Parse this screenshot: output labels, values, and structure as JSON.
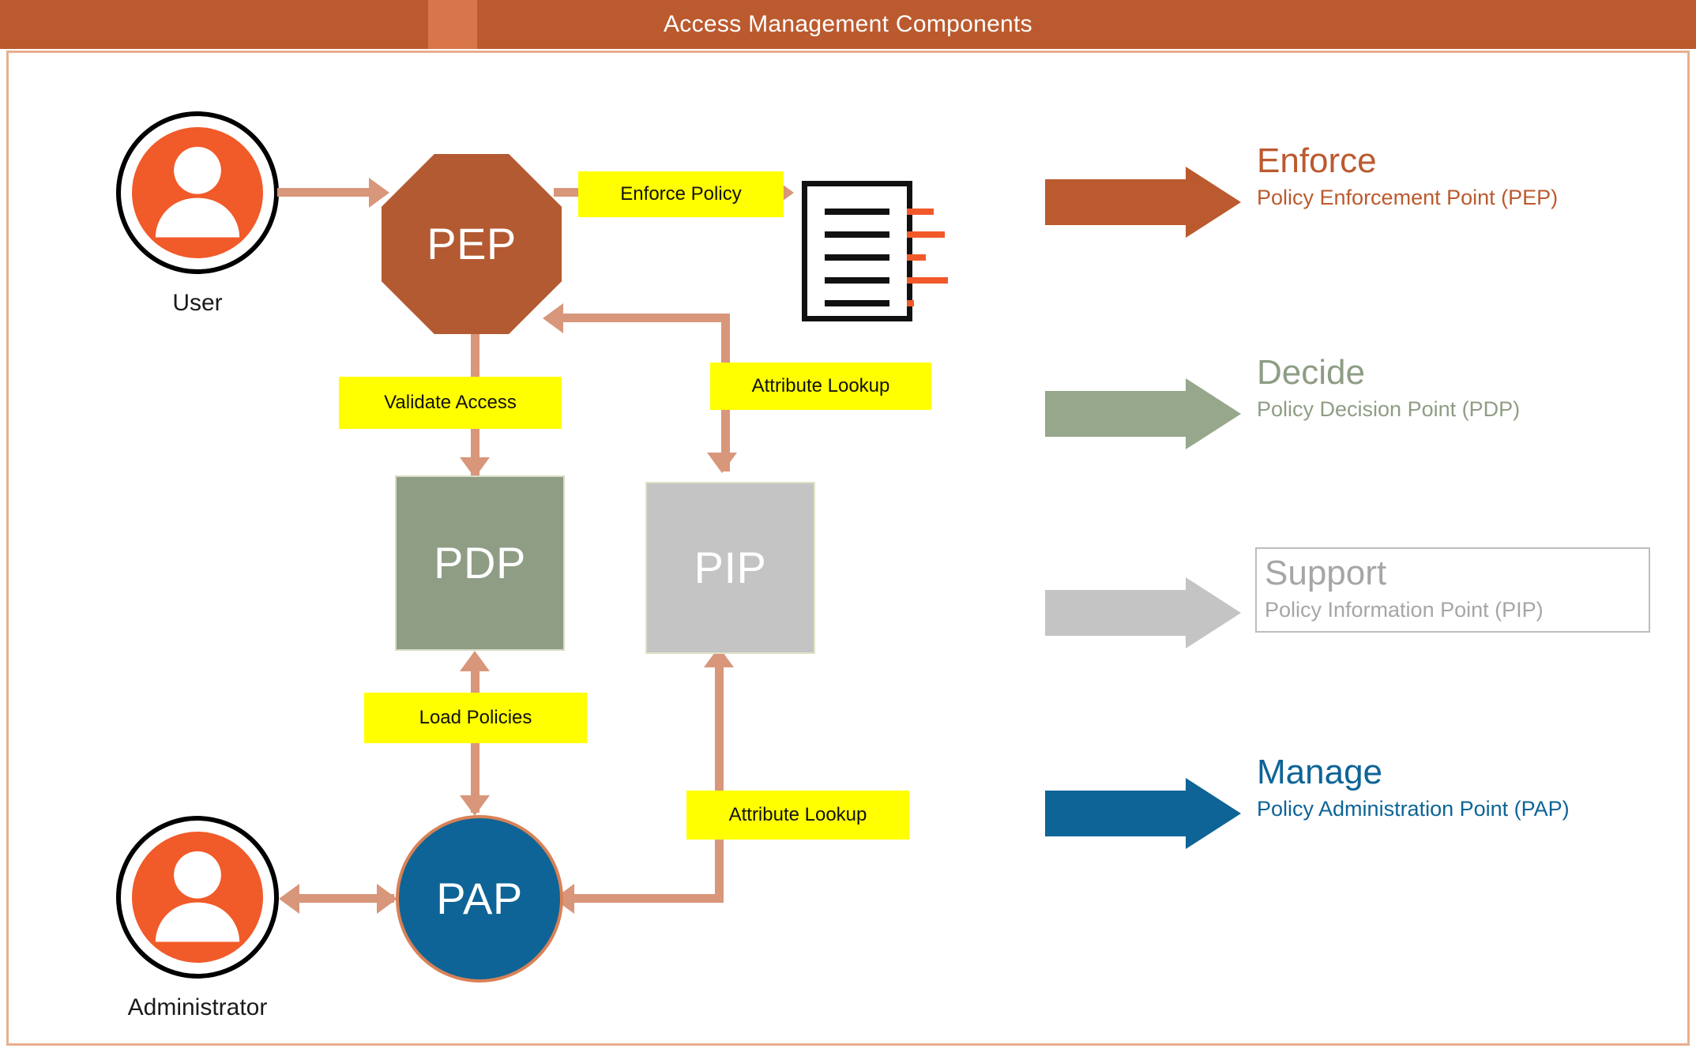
{
  "header": {
    "title": "Access Management Components",
    "bar_color": "#BB5A2E",
    "stripe_color": "#D9754A"
  },
  "frame": {
    "border_color": "#E9AE8E"
  },
  "actors": [
    {
      "id": "user",
      "caption": "User",
      "ring_color": "#000000",
      "fill_color": "#F15A29",
      "icon": "person-icon"
    },
    {
      "id": "administrator",
      "caption": "Administrator",
      "ring_color": "#000000",
      "fill_color": "#F15A29",
      "icon": "person-icon"
    }
  ],
  "nodes": [
    {
      "id": "pep",
      "label": "PEP",
      "shape": "octagon",
      "color": "#B35A32"
    },
    {
      "id": "pdp",
      "label": "PDP",
      "shape": "rectangle",
      "color": "#8E9D84"
    },
    {
      "id": "pip",
      "label": "PIP",
      "shape": "rectangle",
      "color": "#C4C4C4"
    },
    {
      "id": "pap",
      "label": "PAP",
      "shape": "circle",
      "color": "#0E6496",
      "border_color": "#D98156"
    }
  ],
  "document_icon": {
    "name": "policy-document-icon",
    "border_color": "#111111",
    "line_color": "#111111",
    "mark_color": "#F1592A",
    "black_line_count": 5,
    "orange_mark_widths": [
      34,
      48,
      24,
      52,
      9
    ]
  },
  "callouts": [
    {
      "id": "enforce-policy",
      "text": "Enforce Policy"
    },
    {
      "id": "attribute-lookup-top",
      "text": "Attribute Lookup"
    },
    {
      "id": "validate-access",
      "text": "Validate Access"
    },
    {
      "id": "load-policies",
      "text": "Load Policies"
    },
    {
      "id": "attribute-lookup-bottom",
      "text": "Attribute Lookup"
    }
  ],
  "connectors": {
    "color": "#D8967A",
    "edges": [
      {
        "from": "user",
        "to": "pep",
        "label": "",
        "arrow": "single"
      },
      {
        "from": "pep",
        "to": "document",
        "label": "Enforce Policy",
        "arrow": "single"
      },
      {
        "from": "pip",
        "to": "pep",
        "label": "Attribute Lookup",
        "arrow": "single"
      },
      {
        "from": "pep",
        "to": "pdp",
        "label": "Validate Access",
        "arrow": "double"
      },
      {
        "from": "pdp",
        "to": "pap",
        "label": "Load Policies",
        "arrow": "double"
      },
      {
        "from": "pap",
        "to": "pip",
        "label": "Attribute Lookup",
        "arrow": "double"
      },
      {
        "from": "administrator",
        "to": "pap",
        "label": "",
        "arrow": "double"
      }
    ]
  },
  "legend": {
    "items": [
      {
        "id": "enforce",
        "title": "Enforce",
        "subtitle": "Policy Enforcement Point (PEP)",
        "color": "#BB5A2E",
        "text_color": "#BB5A2E",
        "boxed": false
      },
      {
        "id": "decide",
        "title": "Decide",
        "subtitle": "Policy Decision Point (PDP)",
        "color": "#97A78B",
        "text_color": "#8E9D84",
        "boxed": false
      },
      {
        "id": "support",
        "title": "Support",
        "subtitle": "Policy Information Point (PIP)",
        "color": "#C4C4C4",
        "text_color": "#A6A6A6",
        "boxed": true
      },
      {
        "id": "manage",
        "title": "Manage",
        "subtitle": "Policy Administration Point (PAP)",
        "color": "#0E6496",
        "text_color": "#0E6496",
        "boxed": false
      }
    ]
  }
}
